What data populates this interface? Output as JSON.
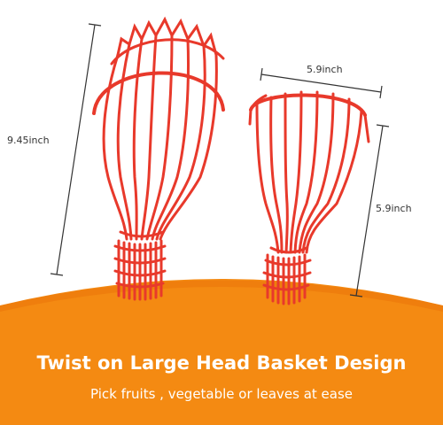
{
  "dimensions": {
    "large_height": "9.45inch",
    "small_width": "5.9inch",
    "small_height": "5.9inch"
  },
  "caption": {
    "headline": "Twist on Large Head Basket Design",
    "subline": "Pick  fruits , vegetable or leaves at ease"
  },
  "colors": {
    "basket": "#e8392b",
    "basket_shade": "#c52a1f",
    "banner": "#f48a12",
    "banner_dark": "#ea7208",
    "text_on_banner": "#ffffff",
    "dimension_line": "#333333"
  }
}
